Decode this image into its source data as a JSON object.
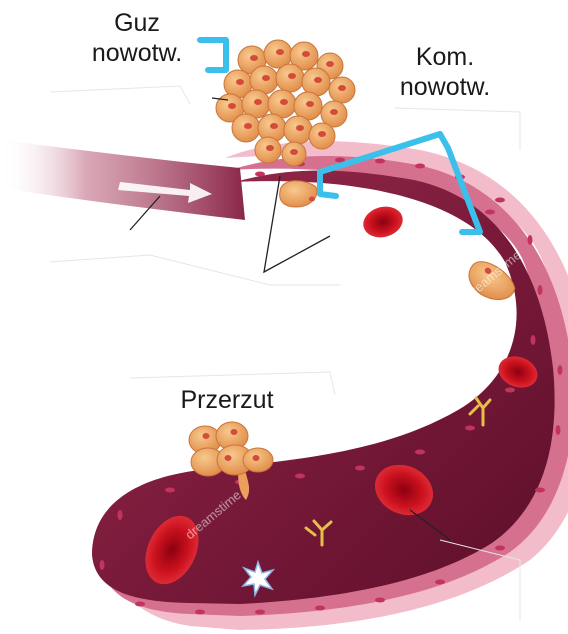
{
  "labels": {
    "tumor_line1": "Guz",
    "tumor_line2": "nowotw.",
    "cells_line1": "Kom.",
    "cells_line2": "nowotw.",
    "metastasis": "Przerzut"
  },
  "watermark": "dreamstime",
  "colors": {
    "vessel_outer": "#f1b7c6",
    "vessel_wall": "#d77b97",
    "vessel_lumen": "#7e1e3e",
    "tumor_cell": "#eca05c",
    "tumor_nucleus": "#d54b3a",
    "red_blood_cell": "#c8101d",
    "marker_blue": "#3bc0ec",
    "leader_line": "#222222"
  },
  "icons": [
    "tumor-icon",
    "cancer-cell-icon",
    "red-blood-cell-icon",
    "antibody-icon",
    "platelet-icon",
    "flow-arrow-icon"
  ]
}
